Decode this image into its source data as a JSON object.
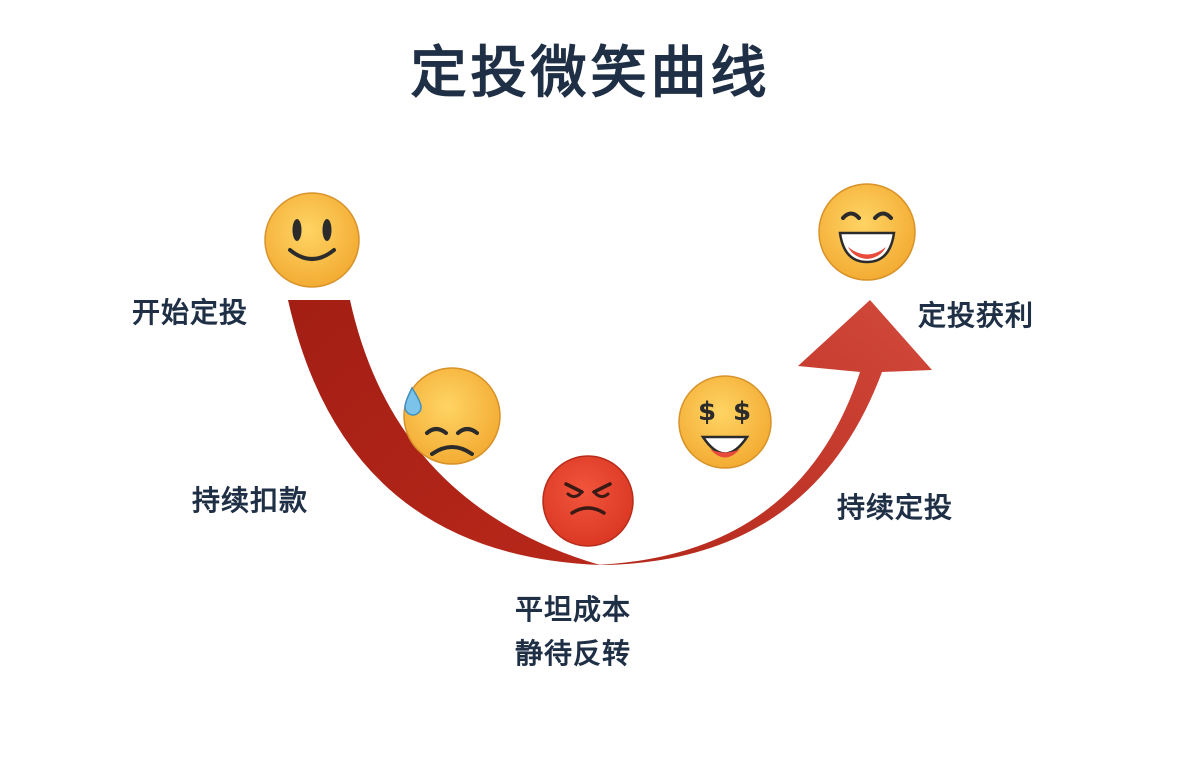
{
  "title": "定投微笑曲线",
  "stages": {
    "start": "开始定投",
    "keep_paying": "持续扣款",
    "bottom_line1": "平坦成本",
    "bottom_line2": "静待反转",
    "keep_investing": "持续定投",
    "profit": "定投获利"
  },
  "emojis": [
    {
      "name": "smile-emoji-icon",
      "mood": "smile"
    },
    {
      "name": "sad-sweat-emoji-icon",
      "mood": "sad-sweat"
    },
    {
      "name": "angry-emoji-icon",
      "mood": "angry"
    },
    {
      "name": "money-eyes-emoji-icon",
      "mood": "money-eyes"
    },
    {
      "name": "grin-emoji-icon",
      "mood": "grin"
    }
  ],
  "colors": {
    "title": "#1f2f45",
    "curve_dark": "#9e1c12",
    "curve_light": "#d6483a",
    "emoji_yellow": "#f6b93b",
    "emoji_red": "#e8432e"
  }
}
